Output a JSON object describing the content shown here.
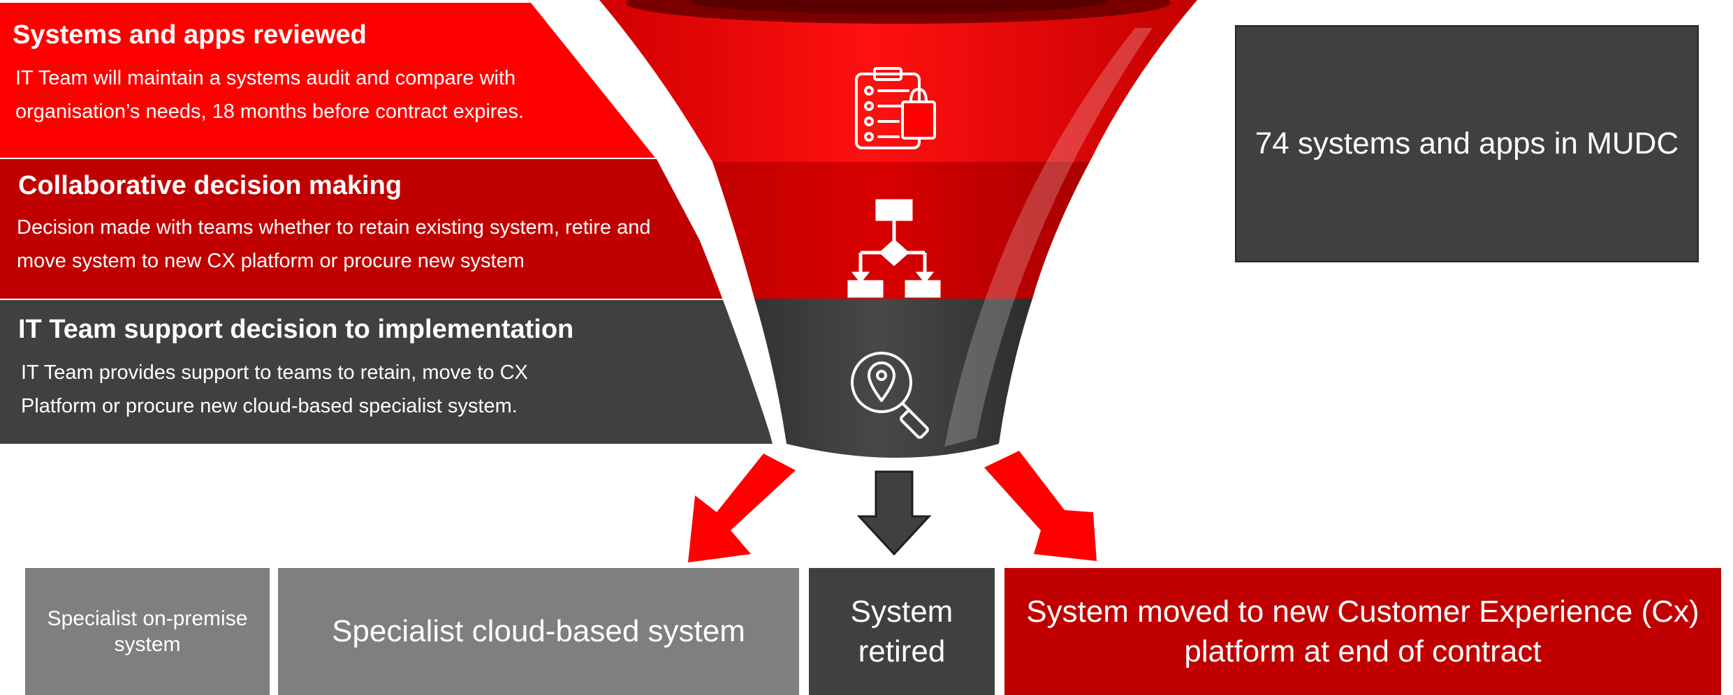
{
  "stages": [
    {
      "title": "Systems and apps reviewed",
      "description": "IT Team will maintain a systems audit and compare with organisation’s needs, 18 months before contract expires.",
      "color": "#ff0000",
      "icon": "checklist-shopping-bag-icon"
    },
    {
      "title": "Collaborative decision making",
      "description": "Decision made with teams whether to retain existing system, retire and move system to new CX platform or procure new system",
      "color": "#c00000",
      "icon": "decision-flowchart-icon"
    },
    {
      "title": "IT Team support decision to implementation",
      "description": "IT Team provides support to teams to retain, move to CX Platform or procure new cloud-based specialist system.",
      "color": "#404040",
      "icon": "location-search-icon"
    }
  ],
  "summary": {
    "text": "74 systems and apps in MUDC",
    "color": "#404040"
  },
  "outcomes": [
    {
      "label": "Specialist on-premise system",
      "color": "#7f7f7f"
    },
    {
      "label": "Specialist cloud-based system",
      "color": "#7f7f7f"
    },
    {
      "label": "System retired",
      "color": "#404040"
    },
    {
      "label": "System moved to new Customer Experience (Cx) platform at end of contract",
      "color": "#c00000"
    }
  ],
  "arrows": [
    {
      "direction": "down-left",
      "color": "#ff0000"
    },
    {
      "direction": "down",
      "color": "#404040"
    },
    {
      "direction": "down-right",
      "color": "#ff0000"
    }
  ]
}
